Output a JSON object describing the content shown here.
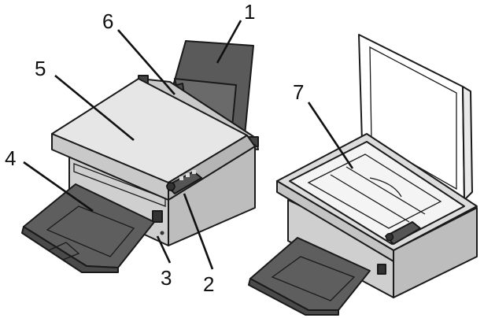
{
  "callouts": [
    {
      "label": "1"
    },
    {
      "label": "2"
    },
    {
      "label": "3"
    },
    {
      "label": "4"
    },
    {
      "label": "5"
    },
    {
      "label": "6"
    },
    {
      "label": "7"
    }
  ],
  "colors": {
    "body_light": "#e6e6e6",
    "body_mid": "#c9c9c9",
    "body_shade": "#a9a9a9",
    "dark_plastic": "#555555",
    "glass": "#f4f4f4",
    "outline": "#1a1a1a"
  }
}
